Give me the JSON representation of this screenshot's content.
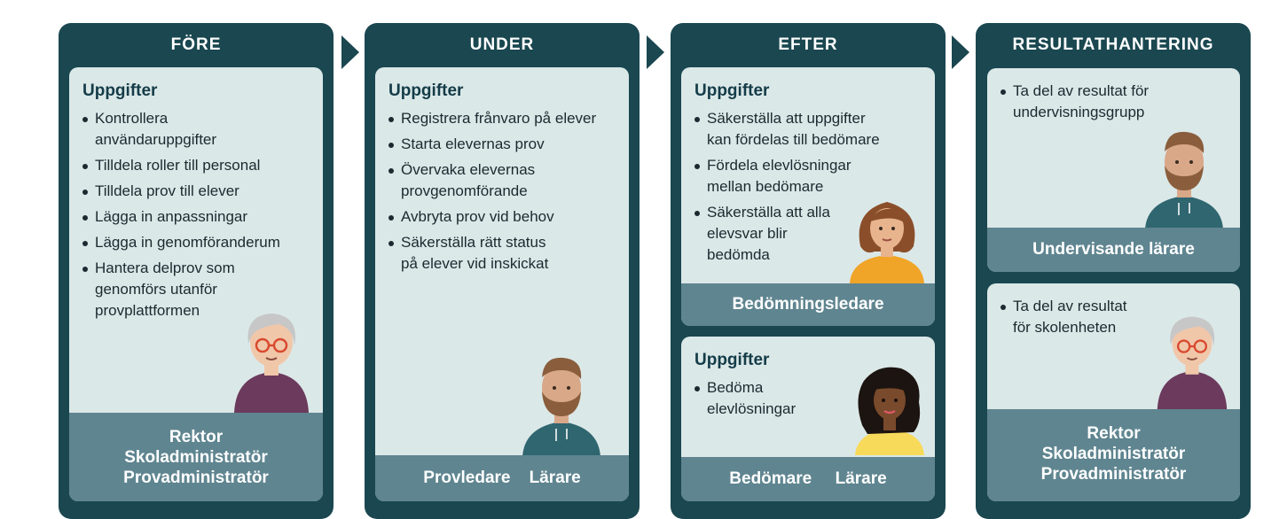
{
  "columns": [
    {
      "title": "FÖRE",
      "cards": [
        {
          "heading": "Uppgifter",
          "items": [
            "Kontrollera\nanvändaruppgifter",
            "Tilldela roller till personal",
            "Tilldela prov till elever",
            "Lägga in anpassningar",
            "Lägga in genomföranderum",
            "Hantera delprov som\ngenomförs utanför\nprovplattformen"
          ],
          "roles": [
            "Rektor",
            "Skoladministratör",
            "Provadministratör"
          ]
        }
      ]
    },
    {
      "title": "UNDER",
      "cards": [
        {
          "heading": "Uppgifter",
          "items": [
            "Registrera frånvaro på elever",
            "Starta elevernas prov",
            "Övervaka elevernas\nprovgenomförande",
            "Avbryta prov vid behov",
            "Säkerställa rätt status\npå elever vid inskickat"
          ],
          "roles": [
            "Provledare",
            "Lärare"
          ]
        }
      ]
    },
    {
      "title": "EFTER",
      "cards": [
        {
          "heading": "Uppgifter",
          "items": [
            "Säkerställa att uppgifter\nkan fördelas till bedömare",
            "Fördela elevlösningar\nmellan bedömare",
            "Säkerställa att alla\nelevsvar blir\nbedömda"
          ],
          "roles": [
            "Bedömningsledare"
          ]
        },
        {
          "heading": "Uppgifter",
          "items": [
            "Bedöma\nelevlösningar"
          ],
          "roles": [
            "Bedömare",
            "Lärare"
          ]
        }
      ]
    },
    {
      "title": "RESULTATHANTERING",
      "cards": [
        {
          "items": [
            "Ta del av resultat för\nundervisningsgrupp"
          ],
          "roles": [
            "Undervisande lärare"
          ]
        },
        {
          "items": [
            "Ta del av resultat\nför skolenheten"
          ],
          "roles": [
            "Rektor",
            "Skoladministratör",
            "Provadministratör"
          ]
        }
      ]
    }
  ],
  "colors": {
    "column_bg": "#1a4750",
    "card_bg": "#dbe8e8",
    "footer_bg": "#5f8590",
    "heading": "#143c48"
  },
  "icons": [
    "arrow-right-icon",
    "person-illustration"
  ]
}
